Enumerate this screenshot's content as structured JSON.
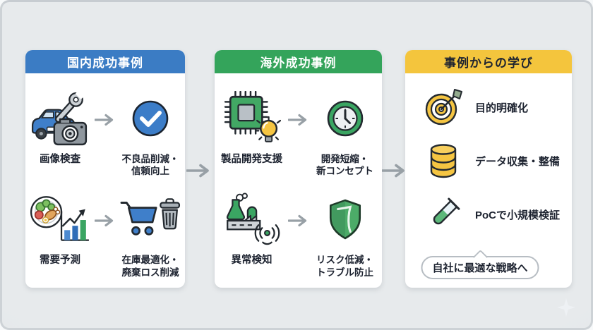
{
  "panels": [
    {
      "title": "国内成功事例",
      "accent": "#3b7cc4",
      "rows": [
        {
          "source_label": "画像検査",
          "source_icon": "car-inspection-icon",
          "result_line1": "不良品削減・",
          "result_line2": "信頼向上",
          "result_icon": "check-circle-icon"
        },
        {
          "source_label": "需要予測",
          "source_icon": "demand-forecast-icon",
          "result_line1": "在庫最適化・",
          "result_line2": "廃棄ロス削減",
          "result_icon": "cart-trash-icon"
        }
      ]
    },
    {
      "title": "海外成功事例",
      "accent": "#34a45b",
      "rows": [
        {
          "source_label": "製品開発支援",
          "source_icon": "chip-bulb-icon",
          "result_line1": "開発短縮・",
          "result_line2": "新コンセプト",
          "result_icon": "clock-icon"
        },
        {
          "source_label": "異常検知",
          "source_icon": "factory-signal-icon",
          "result_line1": "リスク低減・",
          "result_line2": "トラブル防止",
          "result_icon": "shield-icon"
        }
      ]
    },
    {
      "title": "事例からの学び",
      "accent": "#f4c53d",
      "items": [
        {
          "label": "目的明確化",
          "icon": "target-dart-icon"
        },
        {
          "label": "データ収集・整備",
          "icon": "database-icon"
        },
        {
          "label": "PoCで小規模検証",
          "icon": "test-tube-icon"
        }
      ],
      "callout": "自社に最適な戦略へ"
    }
  ],
  "colors": {
    "background": "#e5e8ea",
    "domestic_accent": "#3b7cc4",
    "overseas_accent": "#34a45b",
    "learning_accent": "#f4c53d",
    "arrow": "#98a0a6",
    "text": "#1d2330"
  }
}
